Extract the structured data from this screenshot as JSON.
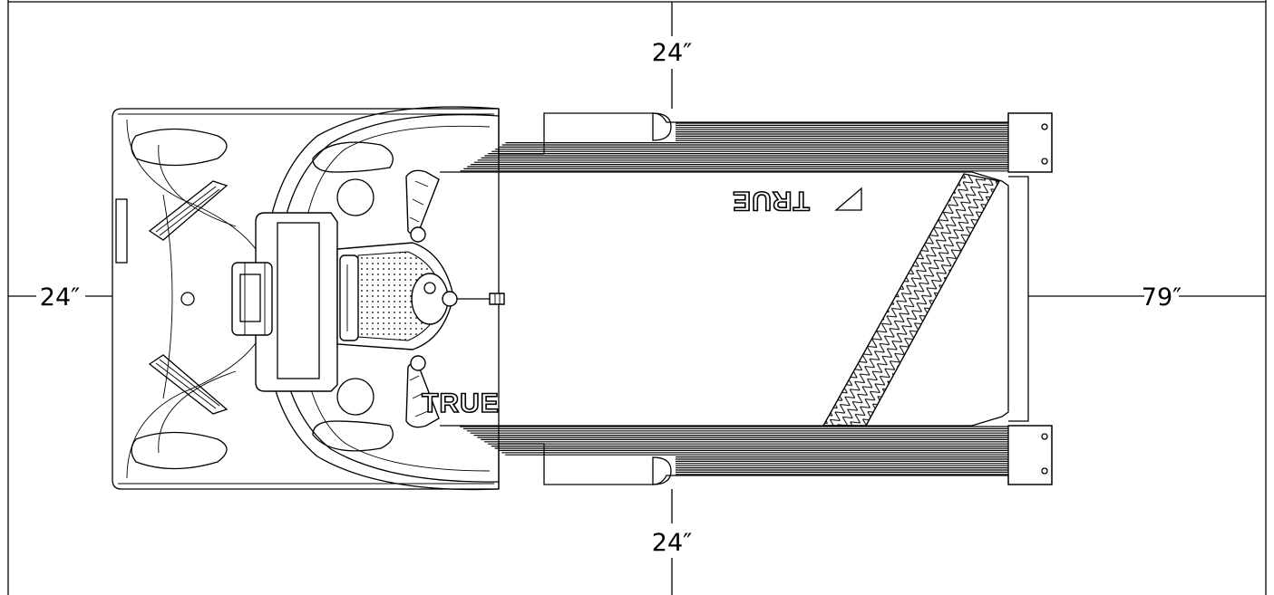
{
  "diagram": {
    "dimensions": {
      "top": "24″",
      "bottom": "24″",
      "left": "24″",
      "right": "79″"
    },
    "deck_logo": "TRUE",
    "console_logo": "TRUE"
  }
}
